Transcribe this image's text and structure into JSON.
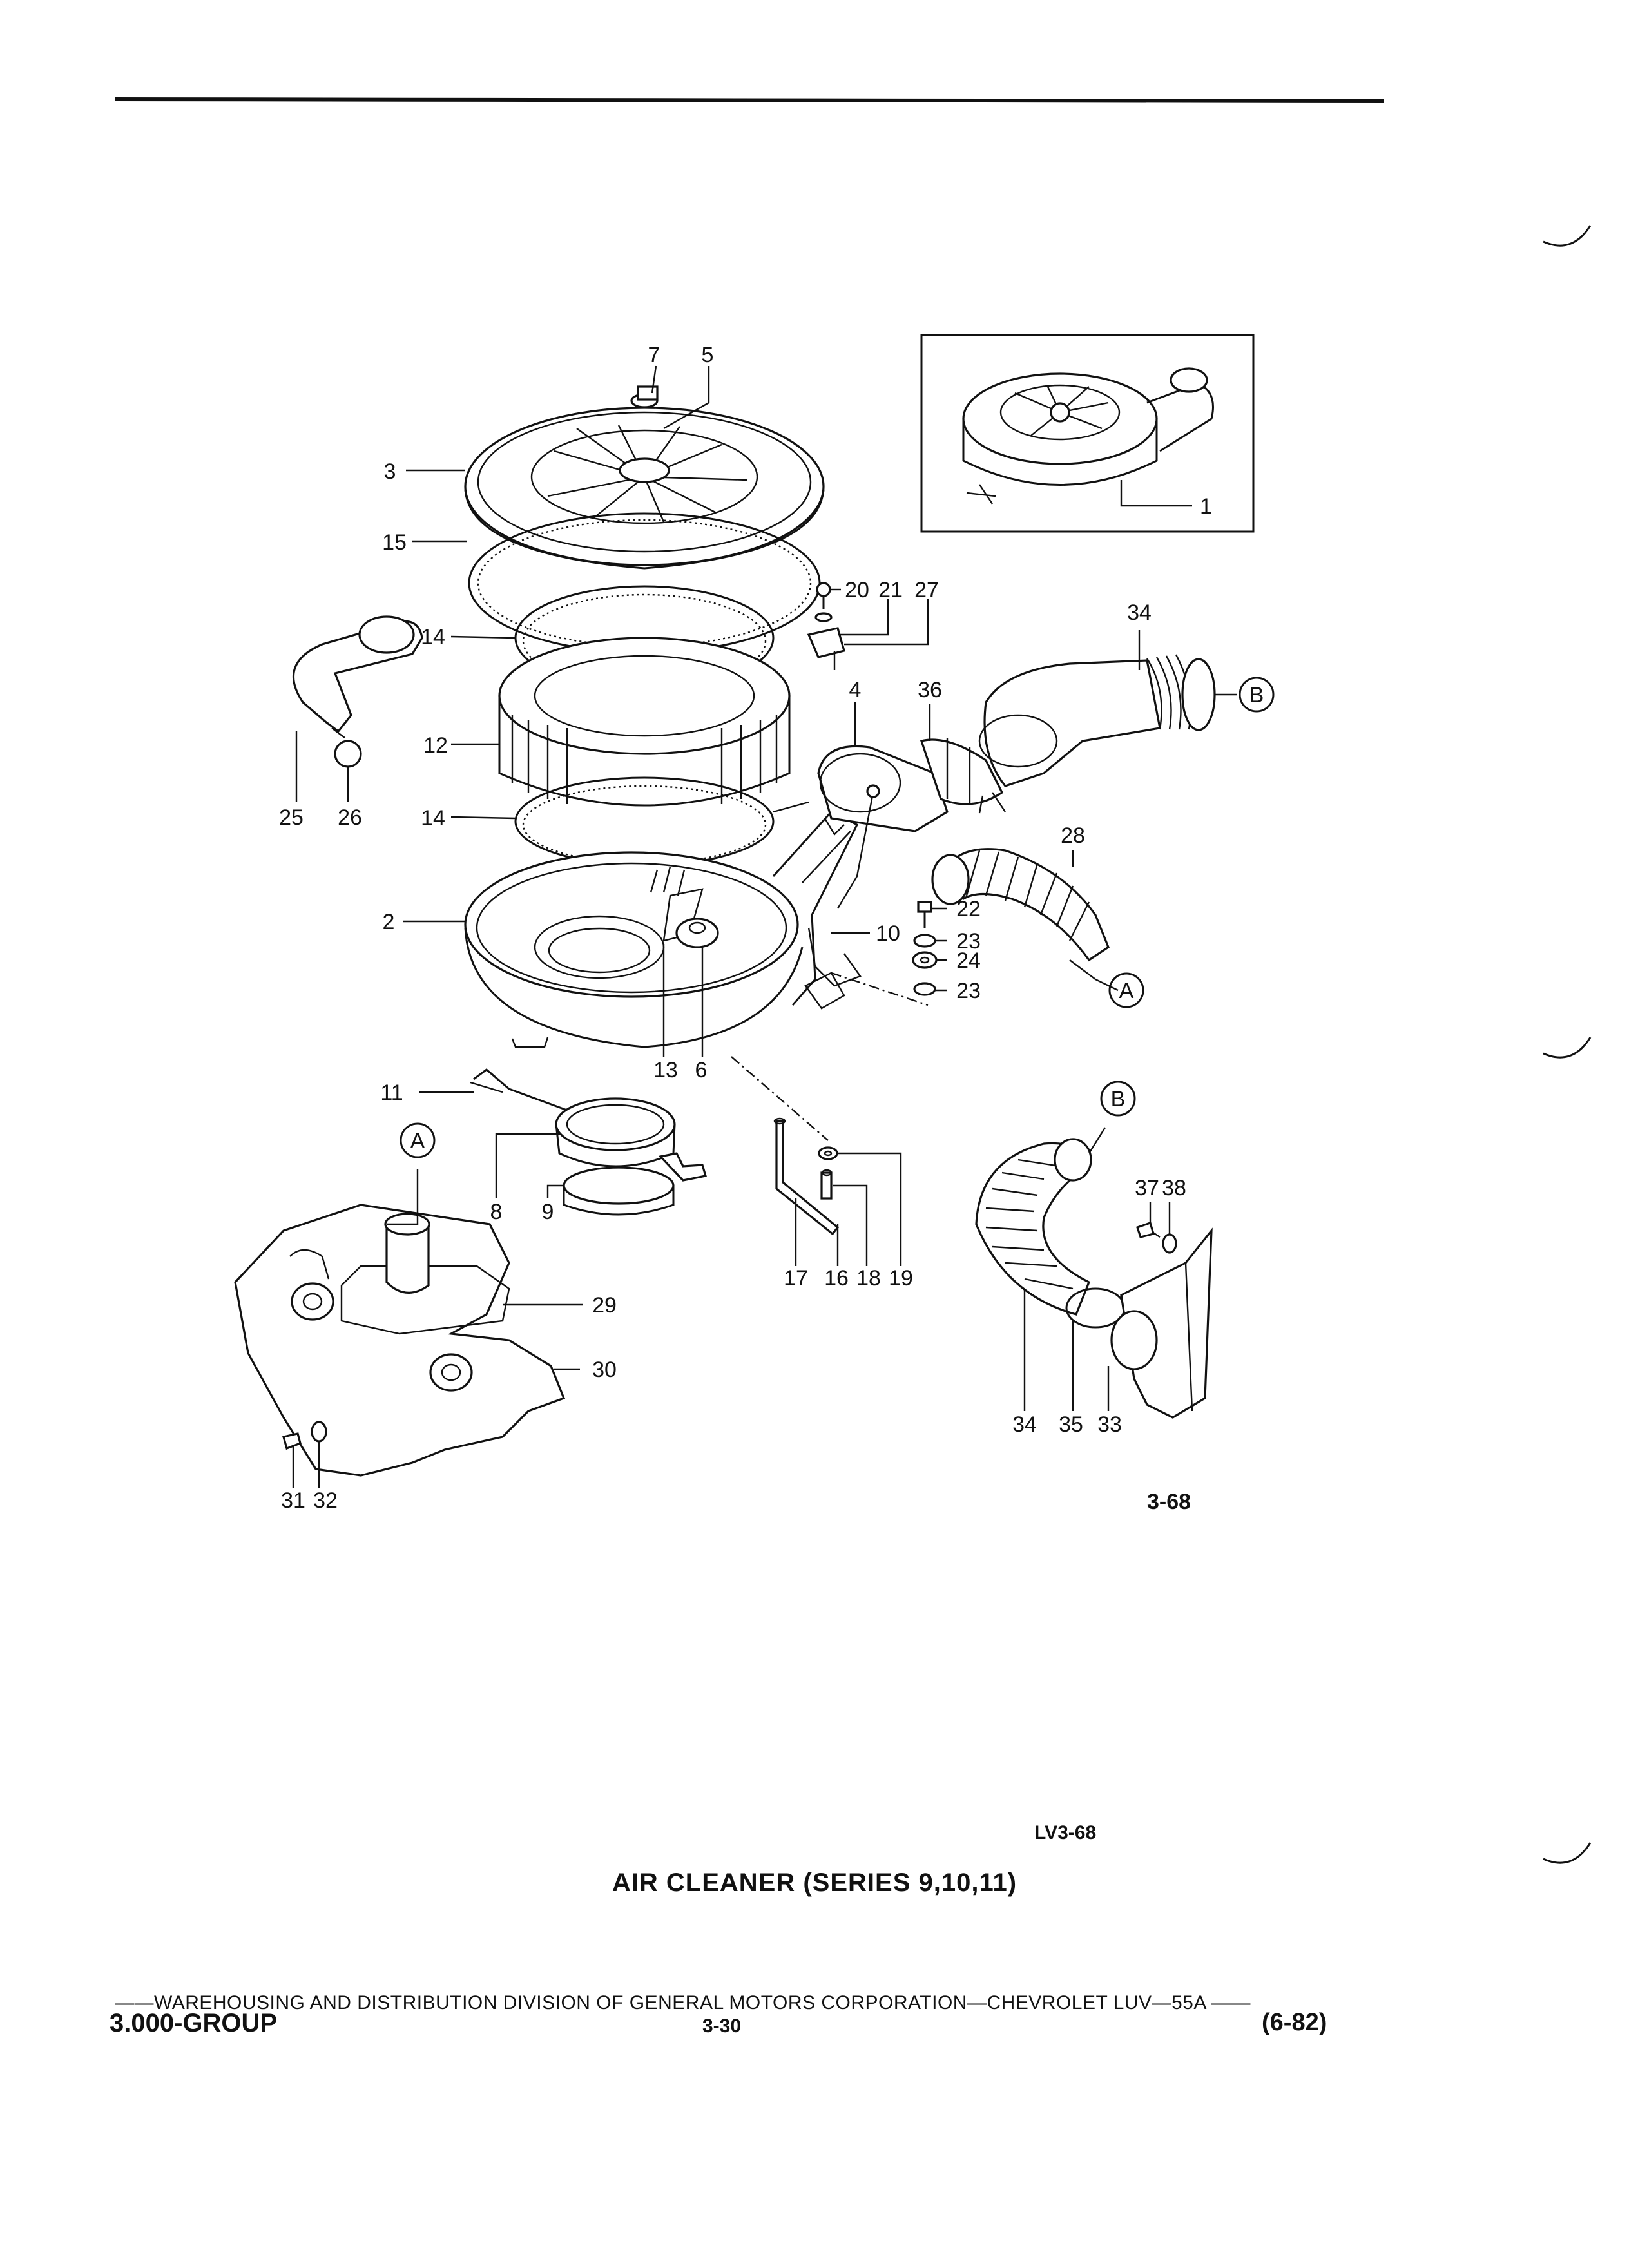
{
  "callouts": {
    "c7": "7",
    "c5": "5",
    "c3": "3",
    "c15": "15",
    "c14a": "14",
    "c12": "12",
    "c14b": "14",
    "c2": "2",
    "c25": "25",
    "c26": "26",
    "c20": "20",
    "c21": "21",
    "c27": "27",
    "c34a": "34",
    "cBa": "B",
    "c4": "4",
    "c36": "36",
    "c28": "28",
    "c10": "10",
    "c22": "22",
    "c23a": "23",
    "c24": "24",
    "c23b": "23",
    "cAa": "A",
    "c13": "13",
    "c6": "6",
    "c11": "11",
    "cAb": "A",
    "c8": "8",
    "c9": "9",
    "c29": "29",
    "c30": "30",
    "c31": "31",
    "c32": "32",
    "c17": "17",
    "c16": "16",
    "c18": "18",
    "c19": "19",
    "cBb": "B",
    "c37": "37",
    "c38": "38",
    "c34b": "34",
    "c35": "35",
    "c33": "33",
    "c1": "1"
  },
  "figure_code": "3-68",
  "drawing_code": "LV3-68",
  "title": "AIR CLEANER (SERIES 9,10,11)",
  "footer": {
    "line": "——WAREHOUSING AND DISTRIBUTION  DIVISION OF GENERAL MOTORS CORPORATION—CHEVROLET LUV—55A   ——",
    "group": "3.000-GROUP",
    "page": "3-30",
    "date": "(6-82)"
  }
}
